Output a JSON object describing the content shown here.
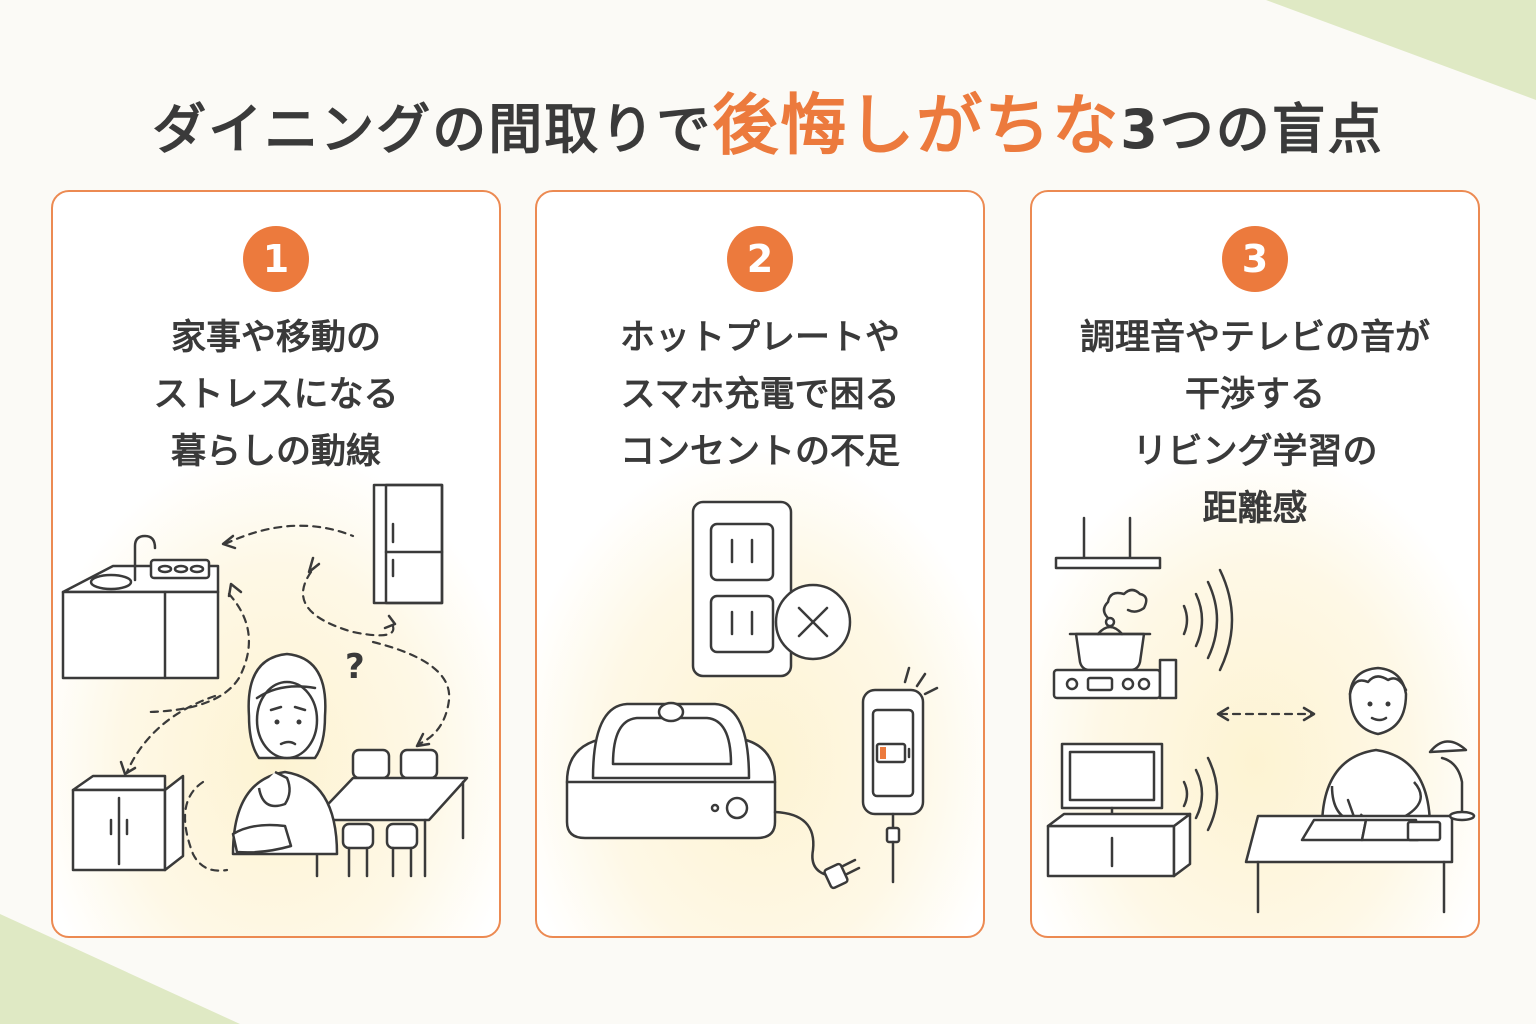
{
  "title": {
    "part1": "ダイニングの間取りで",
    "accent": "後悔しがちな",
    "part2": "3つの盲点"
  },
  "cards": [
    {
      "number": "1",
      "lines": [
        "家事や移動の",
        "ストレスになる",
        "暮らしの動線"
      ],
      "question_mark": "?"
    },
    {
      "number": "2",
      "lines": [
        "ホットプレートや",
        "スマホ充電で困る",
        "コンセントの不足"
      ]
    },
    {
      "number": "3",
      "lines": [
        "調理音やテレビの音が",
        "干渉する",
        "リビング学習の",
        "距離感"
      ]
    }
  ],
  "colors": {
    "accent": "#ec7a3d",
    "card_border": "#ec8a52",
    "glow": "#fdf3d2",
    "corner": "#dfe9c4",
    "text": "#3a3a3a"
  }
}
